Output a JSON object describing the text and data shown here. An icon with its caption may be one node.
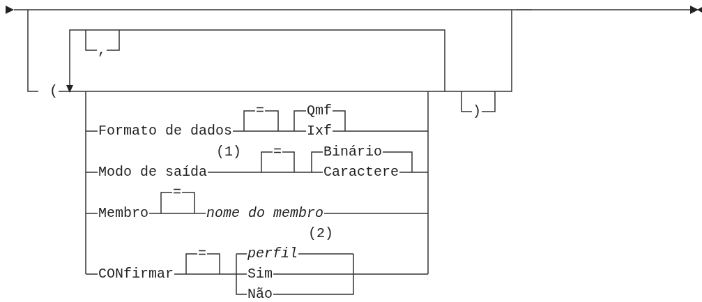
{
  "diagram": {
    "labels": [
      ",",
      "(",
      ")",
      "=",
      "Qmf",
      "Formato de dados",
      "Ixf",
      "(1)",
      "=",
      "Binário",
      "Modo de saída",
      "Caractere",
      "=",
      "Membro",
      "nome do membro",
      "(2)",
      "=",
      "perfil",
      "CONfirmar",
      "Sim",
      "Não"
    ]
  }
}
